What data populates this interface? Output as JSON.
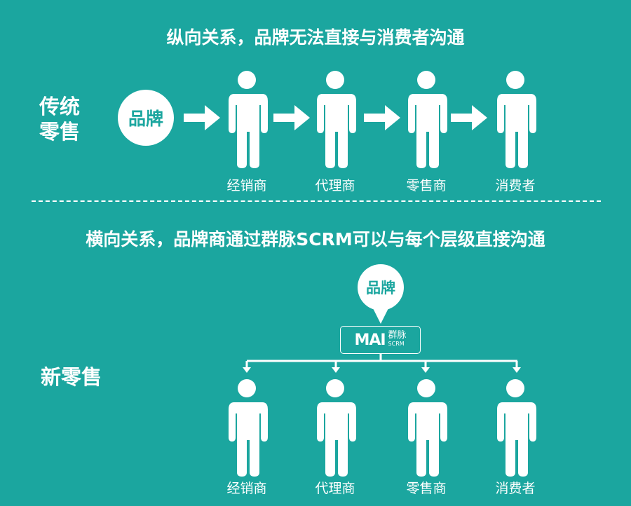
{
  "top": {
    "title": "纵向关系，品牌无法直接与消费者沟通",
    "side_label": "传统零售",
    "brand": "品牌",
    "roles": [
      "经销商",
      "代理商",
      "零售商",
      "消费者"
    ]
  },
  "bottom": {
    "title": "横向关系，品牌商通过群脉SCRM可以与每个层级直接沟通",
    "side_label": "新零售",
    "brand": "品牌",
    "logo": {
      "mark": "MAI",
      "cn": "群脉",
      "en": "SCRM"
    },
    "roles": [
      "经销商",
      "代理商",
      "零售商",
      "消费者"
    ]
  },
  "colors": {
    "background": "#1ba69f",
    "foreground": "#ffffff"
  }
}
